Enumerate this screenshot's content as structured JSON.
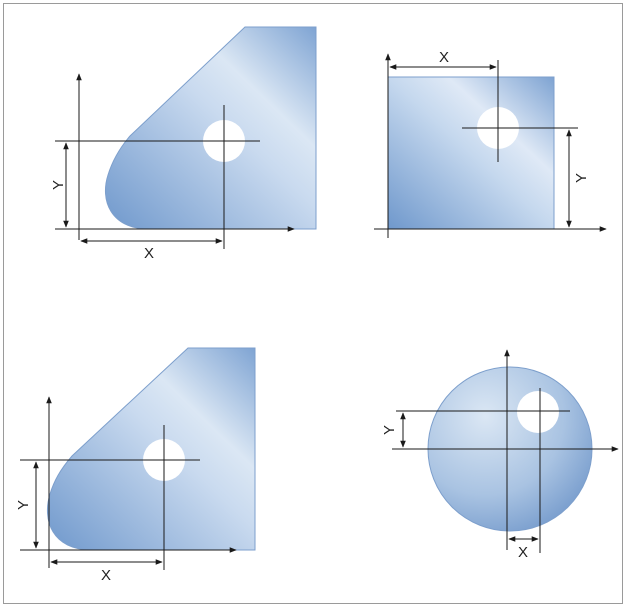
{
  "panels": [
    {
      "id": "top-left",
      "x_label": "X",
      "y_label": "Y"
    },
    {
      "id": "top-right",
      "x_label": "X",
      "y_label": "Y"
    },
    {
      "id": "bottom-left",
      "x_label": "X",
      "y_label": "Y"
    },
    {
      "id": "bottom-right",
      "x_label": "X",
      "y_label": "Y"
    }
  ],
  "colors": {
    "plate_light": "#dbe7f4",
    "plate_mid": "#a9c3e2",
    "plate_dark": "#6f98cc",
    "line": "#1a1a1a",
    "border": "#9a9a9a"
  }
}
